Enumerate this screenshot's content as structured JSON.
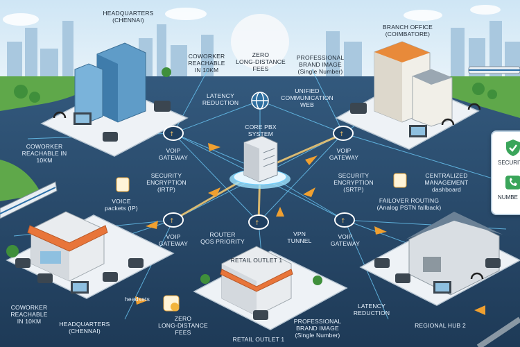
{
  "labels": {
    "hq_top": "HEADQUARTERS\n(CHENNAI)",
    "branch_top": "BRANCH OFFICE\n(COIMBATORE)",
    "coworker_top": "COWORKER\nREACHABLE\nIN 10km",
    "zero_fees_top": "ZERO\nLONG-DISTANCE\nFEES",
    "brand_top": "PROFESSIONAL\nBRAND IMAGE\n(Single Number)",
    "latency_top": "LATENCY\nREDUCTION",
    "unified_web": "UNIFIED\nCOMMUNICATION\nWEB",
    "core_pbx": "CORE PBX\nSYSTEM",
    "voip_left": "VOIP\nGATEWAY",
    "voip_right": "VOIP\nGATEWAY",
    "coworker_left": "COWORKER\nREACHABLE IN\n10km",
    "security_left": "SECURITY\nENCRYPTION\n(IRTP)",
    "security_right": "SECURITY\nENCRYPTION\n(SRTP)",
    "centralized": "CENTRALIZED\nMANAGEMENT\ndashboard",
    "voice_packets": "VOICE\npackets (IP)",
    "failover": "FAILOVER ROUTING\n(Analog PSTN fallback)",
    "voip_lower_left": "VOIP\nGATEWAY",
    "router_qos": "ROUTER\nQOS PRIORITY",
    "vpn_tunnel": "VPN\nTUNNEL",
    "voip_lower_right": "VOIP\nGATEWAY",
    "retail_top": "RETAIL OUTLET 1",
    "coworker_bottom": "COWORKER\nREACHABLE\nIN 10km",
    "hq_bottom": "HEADQUARTERS\n(CHENNAI)",
    "headsets": "headsets",
    "zero_fees_bottom": "ZERO\nLONG-DISTANCE\nFEES",
    "retail_bottom": "RETAIL OUTLET 1",
    "brand_bottom": "PROFESSIONAL\nBRAND IMAGE\n(Single Number)",
    "latency_bottom": "LATENCY\nREDUCTION",
    "regional_hub": "REGIONAL HUB 2"
  },
  "side_panel": {
    "item1": "SECURIT",
    "item2": "NUMBE"
  },
  "colors": {
    "sky": "#dcecf7",
    "water": "#2a4a6b",
    "network_line": "#6fd0ff",
    "arrow": "#f0a030",
    "platform": "#eef2f6",
    "grass": "#5fa84a"
  },
  "icons": [
    "globe-icon",
    "server-icon",
    "router-icon",
    "phone-icon",
    "laptop-icon",
    "headset-icon",
    "shield-icon",
    "phone-check-icon",
    "coin-icon"
  ]
}
